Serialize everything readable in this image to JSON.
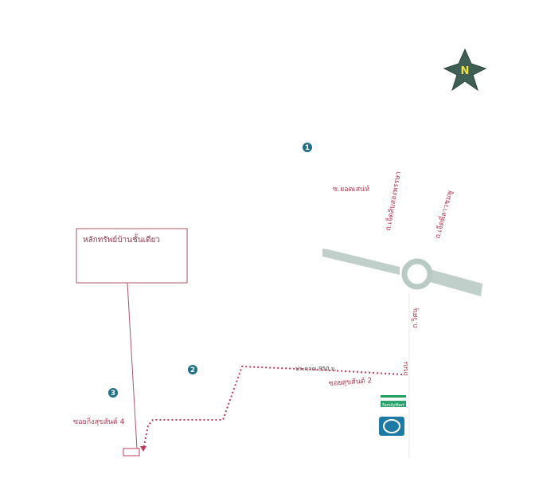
{
  "compass": {
    "letter": "N",
    "icon": "north-arrow-compass-icon"
  },
  "markers": [
    {
      "id": "1",
      "label": "1"
    },
    {
      "id": "2",
      "label": "2"
    },
    {
      "id": "3",
      "label": "3"
    }
  ],
  "property_label": "หลักทรัพย์บ้านชั้นเดียว",
  "roads": {
    "soi_top": "ซ.ยอดเสน่ห์",
    "diag_left": "ถ.เจ็ดสิบสองพรรษา",
    "diag_right": "ถ.เจ็ดพี่ลาวชมพู",
    "vertical": "ถ.วิศนุ",
    "soi_bottom": "ซอยสุขสันต์ 2",
    "soi_left": "ซอยกิ่งสุขสันต์ 4",
    "road_mark": "ถนน"
  },
  "distance": "ประมาณ 950 ม.",
  "landmarks": {
    "store_sign": "FamilyMart",
    "store_icon": "convenience-store-icon",
    "bank_icon": "bank-logo-icon"
  },
  "colors": {
    "route": "#c0395a",
    "road_gray": "#b9cac4",
    "marker": "#1f6f86",
    "compass_bg": "#3f5f54",
    "compass_letter": "#f2e23a"
  }
}
